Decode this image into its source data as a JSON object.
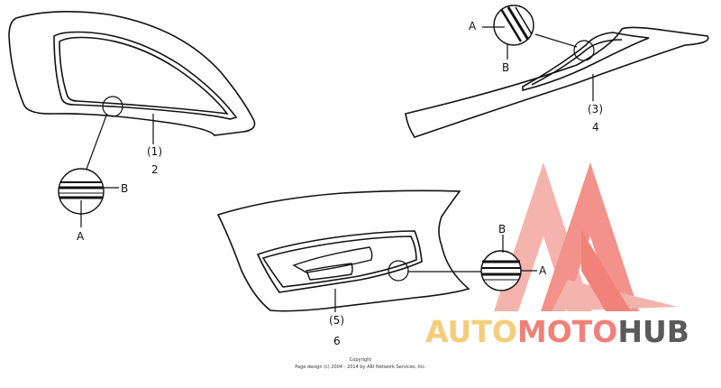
{
  "labels": {
    "callout_a": "A",
    "callout_b": "B",
    "part_1": "(1)",
    "part_2": "2",
    "part_3": "(3)",
    "part_4": "4",
    "part_5": "(5)",
    "part_6": "6"
  },
  "copyright": {
    "line1": "Copyright",
    "line2": "Page design (c) 2004 - 2014 by ARI Network Services, Inc."
  },
  "watermark": {
    "part1": "AUTO",
    "part2": "MOTO",
    "part3": "HUB",
    "colors": {
      "auto": "#f5cd7a",
      "moto": "#f08078",
      "hub": "#5a5a5a"
    }
  }
}
